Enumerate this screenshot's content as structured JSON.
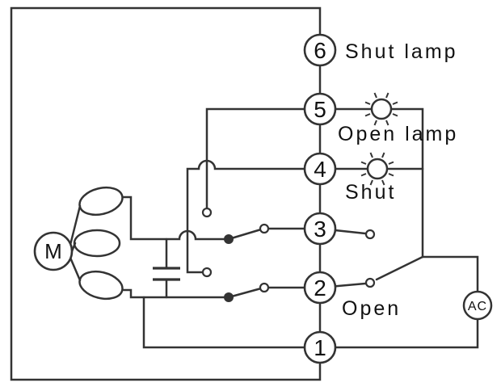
{
  "diagram": {
    "type": "electrical-wiring-diagram",
    "motor_label": "M",
    "ac_label": "AC",
    "terminals": [
      {
        "number": "6"
      },
      {
        "number": "5"
      },
      {
        "number": "4"
      },
      {
        "number": "3"
      },
      {
        "number": "2"
      },
      {
        "number": "1"
      }
    ],
    "labels": {
      "shut_lamp": "Shut lamp",
      "open_lamp": "Open lamp",
      "shut": "Shut",
      "open": "Open"
    },
    "colors": {
      "line": "#333333",
      "background": "#ffffff",
      "text": "#111111"
    },
    "icons": {
      "lamp": "indicator-lamp-icon",
      "motor": "motor-icon",
      "ac_source": "ac-source-icon",
      "capacitor": "capacitor-icon",
      "switch_contact": "switch-contact-icon"
    }
  }
}
